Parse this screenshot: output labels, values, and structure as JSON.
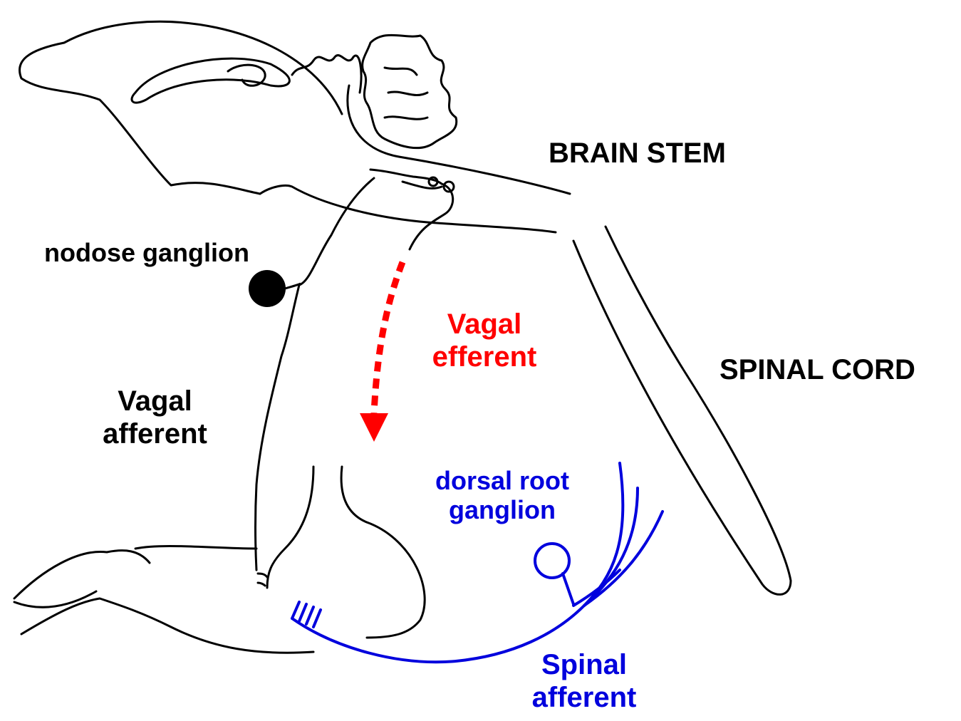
{
  "labels": {
    "brain_stem": "BRAIN STEM",
    "spinal_cord": "SPINAL CORD",
    "nodose_ganglion": "nodose ganglion",
    "vagal_afferent": [
      "Vagal",
      "afferent"
    ],
    "vagal_efferent": [
      "Vagal",
      "efferent"
    ],
    "dorsal_root_ganglion": [
      "dorsal root",
      "ganglion"
    ],
    "spinal_afferent": [
      "Spinal",
      "afferent"
    ]
  },
  "colors": {
    "outline": "#000000",
    "vagal_efferent": "#ff0000",
    "spinal_afferent": "#0000dd",
    "label_black": "#000000",
    "label_red": "#ff0000",
    "label_blue": "#0000dd"
  }
}
